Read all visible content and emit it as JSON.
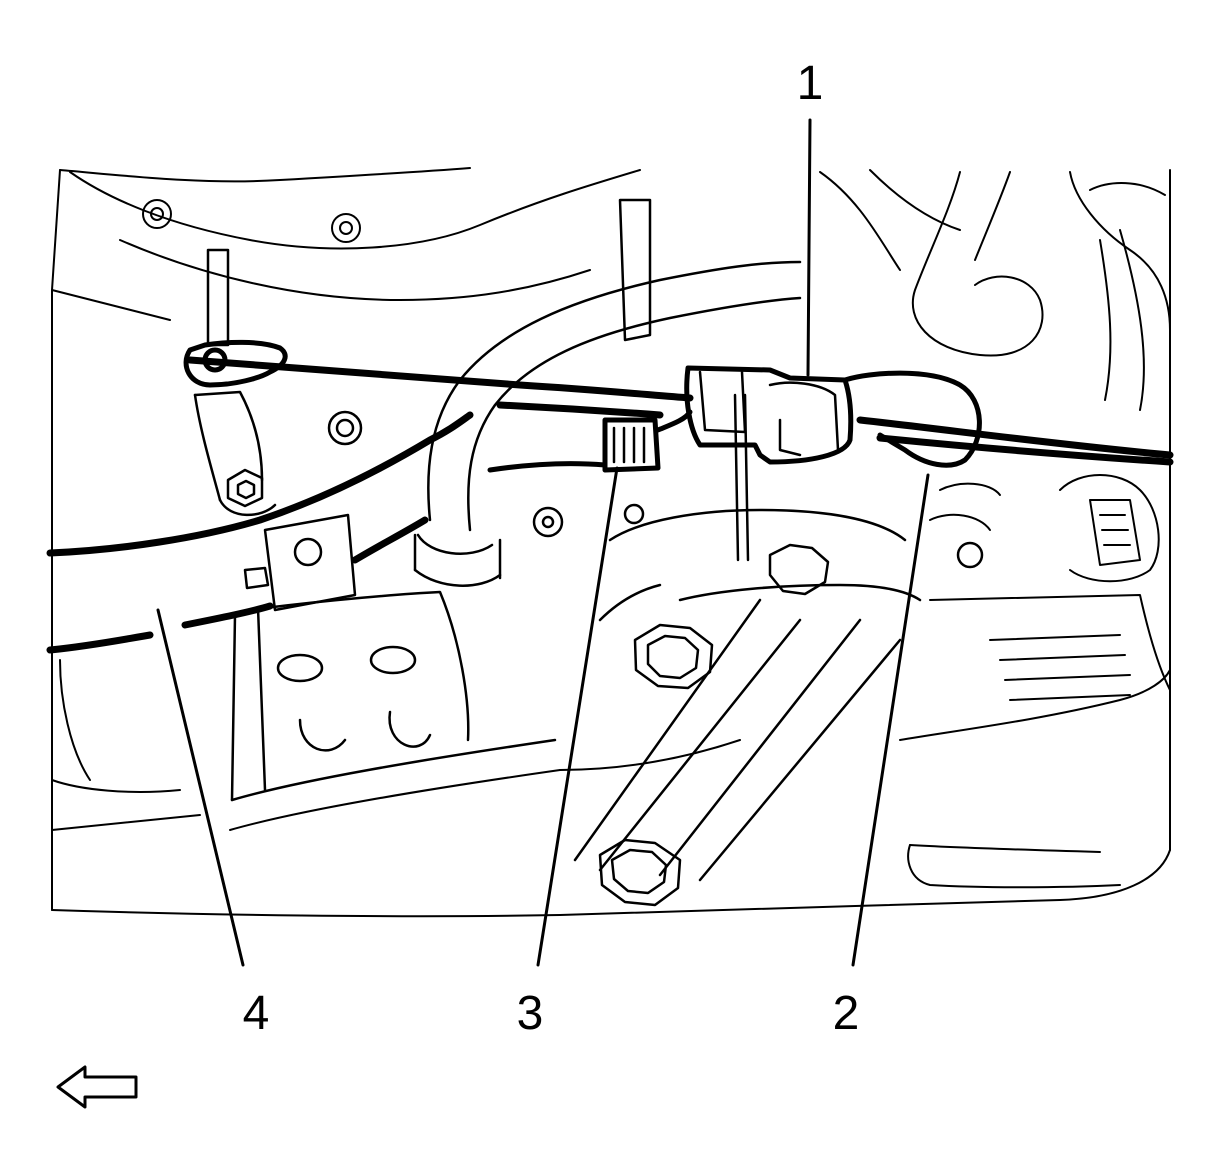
{
  "callouts": {
    "c1": "1",
    "c2": "2",
    "c3": "3",
    "c4": "4"
  },
  "icons": {
    "direction": "left-arrow-icon"
  },
  "colors": {
    "line": "#000000",
    "background": "#ffffff"
  }
}
